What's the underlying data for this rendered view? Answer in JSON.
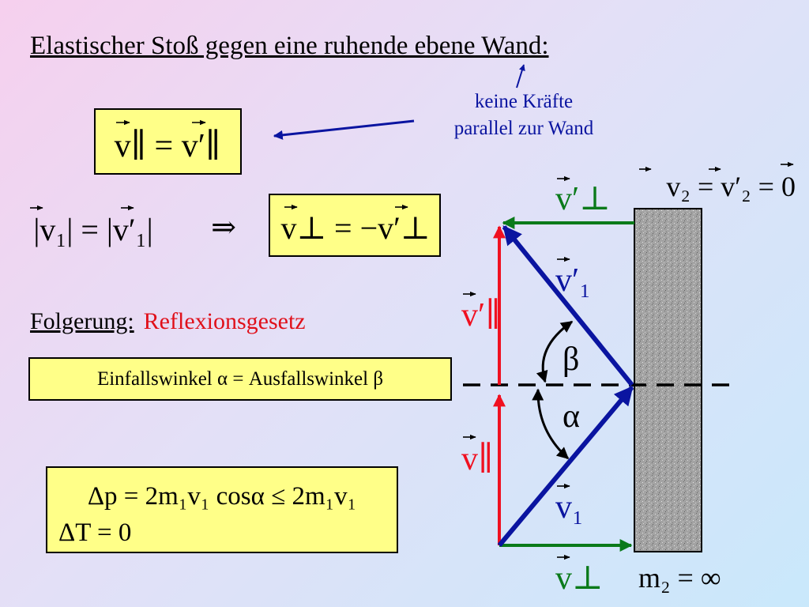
{
  "title": "Elastischer Stoß gegen eine ruhende ebene Wand:",
  "annotation": {
    "line1": "keine Kräfte",
    "line2": "parallel zur Wand"
  },
  "conclusion": {
    "label": "Folgerung:",
    "value": "Reflexionsgesetz"
  },
  "rule": "Einfallswinkel α = Ausfallswinkel β",
  "equations": {
    "parallel": "v∥ = v′∥",
    "magnitude": "|v₁| = |v′₁|",
    "implies": "⇒",
    "perpendicular": "v⊥ = −v′⊥",
    "momentum": "Δp = 2m₁v₁ cosα ≤ 2m₁v₁",
    "energy": "ΔT = 0",
    "wall_velocity": "v₂ = v′₂ = 0",
    "wall_mass": "m₂ = ∞"
  },
  "diagram_labels": {
    "v_perp_out": "v′⊥",
    "v1_out": "v′₁",
    "v_par_out": "v′∥",
    "beta": "β",
    "alpha": "α",
    "v_par_in": "v∥",
    "v1_in": "v₁",
    "v_perp_in": "v⊥"
  },
  "colors": {
    "blue_vector": "#0a14a0",
    "red_vector": "#f01020",
    "green_vector": "#0a7a1a",
    "box_fill": "#ffff88",
    "wall_fill": "#a0a0a0"
  }
}
